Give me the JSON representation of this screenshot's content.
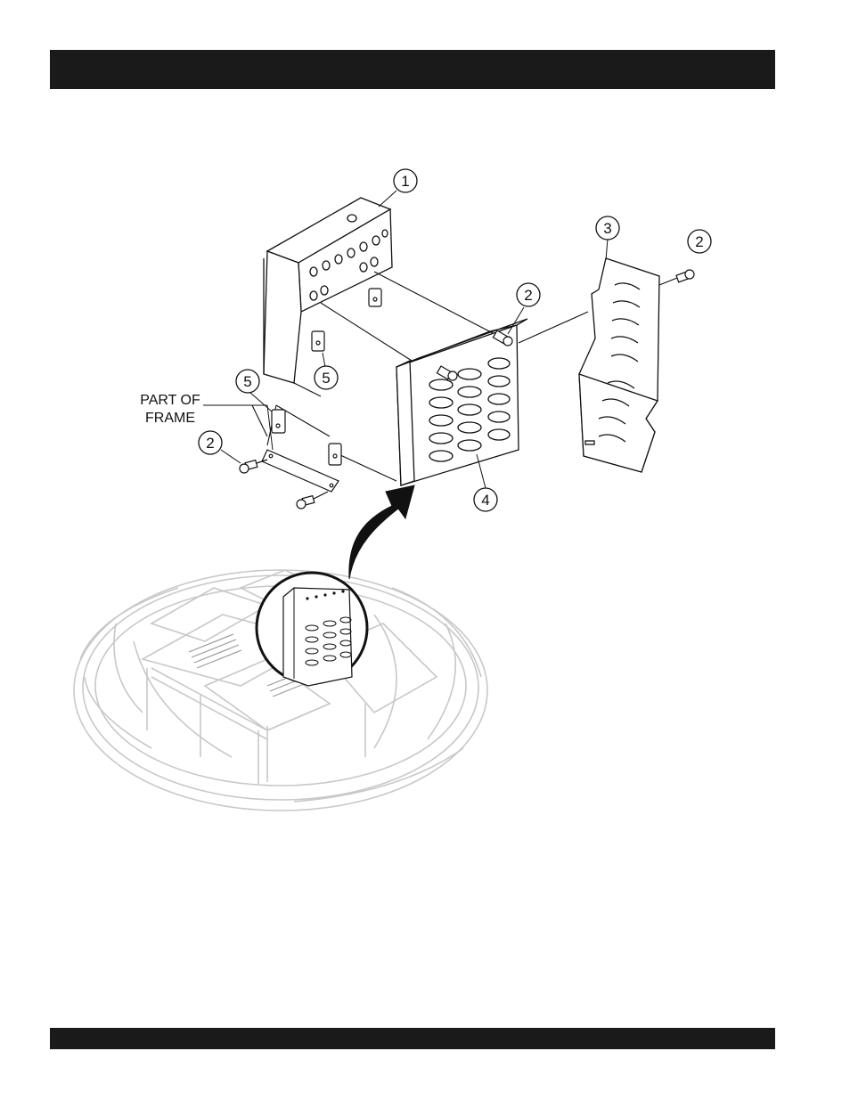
{
  "callouts": {
    "c1": "1",
    "c2a": "2",
    "c2b": "2",
    "c2c": "2",
    "c3": "3",
    "c4": "4",
    "c5a": "5",
    "c5b": "5"
  },
  "frame_label": {
    "line1": "PART OF",
    "line2": "FRAME"
  }
}
